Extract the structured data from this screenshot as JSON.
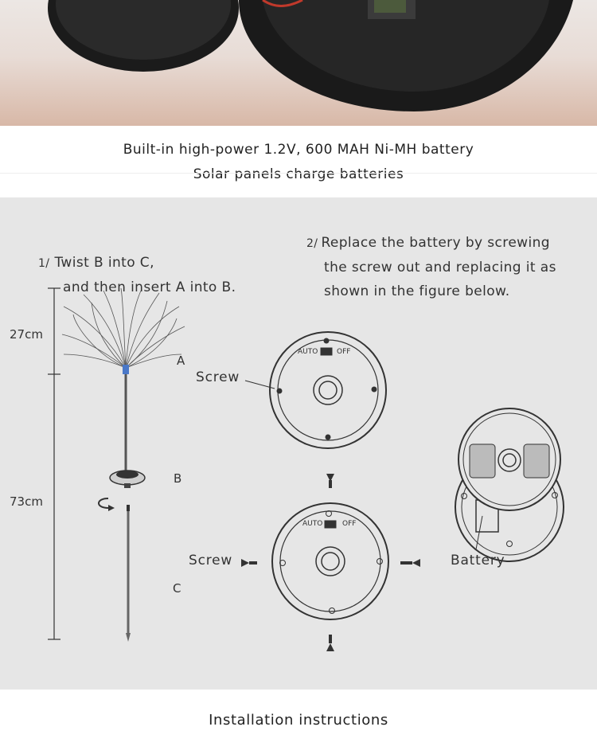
{
  "captions": {
    "line1": "Built-in high-power 1.2V, 600 MAH Ni-MH battery",
    "line2": "Solar panels charge batteries"
  },
  "step1": {
    "number": "1/",
    "line1": "Twist B into C,",
    "line2": "and then insert A into B."
  },
  "step2": {
    "number": "2/",
    "line1": "Replace the battery by screwing",
    "line2": "the screw out and replacing it as",
    "line3": "shown in the figure below."
  },
  "dimensions": {
    "top": "27cm",
    "bottom": "73cm"
  },
  "parts": {
    "a": "A",
    "b": "B",
    "c": "C"
  },
  "labels": {
    "screw_top": "Screw",
    "screw_bottom": "Screw",
    "battery": "Battery",
    "auto_top": "AUTO",
    "off_top": "OFF",
    "auto_bottom": "AUTO",
    "off_bottom": "OFF"
  },
  "footer": {
    "title": "Installation instructions"
  },
  "colors": {
    "diagram_bg": "#e6e6e6",
    "line": "#333333",
    "photo_bg": "#e8dcd6"
  }
}
